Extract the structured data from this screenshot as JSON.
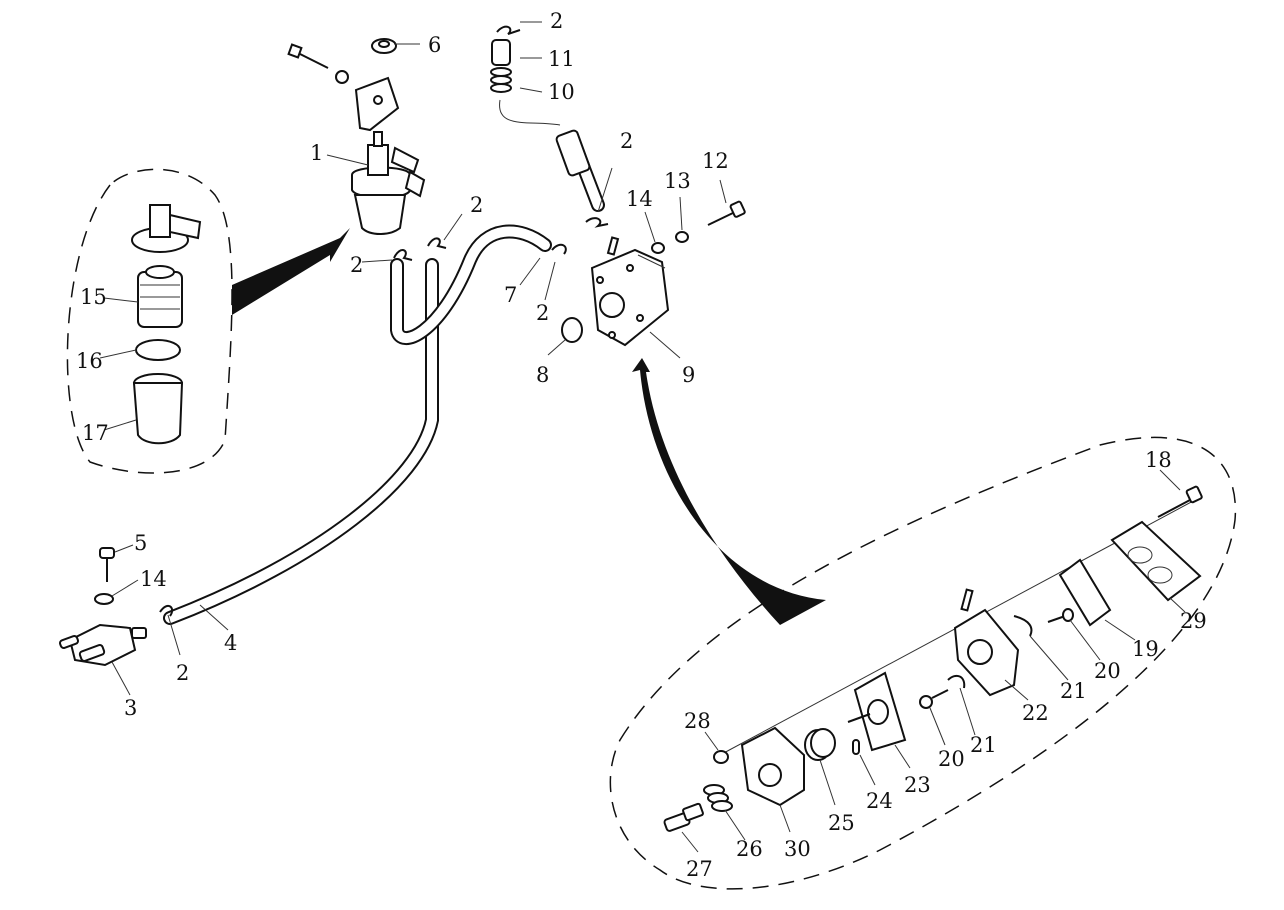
{
  "diagram": {
    "callouts": [
      {
        "id": "c1",
        "text": "1"
      },
      {
        "id": "c2a",
        "text": "2"
      },
      {
        "id": "c2b",
        "text": "2"
      },
      {
        "id": "c2c",
        "text": "2"
      },
      {
        "id": "c2d",
        "text": "2"
      },
      {
        "id": "c2e",
        "text": "2"
      },
      {
        "id": "c2f",
        "text": "2"
      },
      {
        "id": "c3",
        "text": "3"
      },
      {
        "id": "c4",
        "text": "4"
      },
      {
        "id": "c5",
        "text": "5"
      },
      {
        "id": "c6",
        "text": "6"
      },
      {
        "id": "c7",
        "text": "7"
      },
      {
        "id": "c8",
        "text": "8"
      },
      {
        "id": "c9",
        "text": "9"
      },
      {
        "id": "c10",
        "text": "10"
      },
      {
        "id": "c11",
        "text": "11"
      },
      {
        "id": "c12",
        "text": "12"
      },
      {
        "id": "c13",
        "text": "13"
      },
      {
        "id": "c14a",
        "text": "14"
      },
      {
        "id": "c14b",
        "text": "14"
      },
      {
        "id": "c15",
        "text": "15"
      },
      {
        "id": "c16",
        "text": "16"
      },
      {
        "id": "c17",
        "text": "17"
      },
      {
        "id": "c18",
        "text": "18"
      },
      {
        "id": "c19",
        "text": "19"
      },
      {
        "id": "c20a",
        "text": "20"
      },
      {
        "id": "c20b",
        "text": "20"
      },
      {
        "id": "c21a",
        "text": "21"
      },
      {
        "id": "c21b",
        "text": "21"
      },
      {
        "id": "c22",
        "text": "22"
      },
      {
        "id": "c23",
        "text": "23"
      },
      {
        "id": "c24",
        "text": "24"
      },
      {
        "id": "c25",
        "text": "25"
      },
      {
        "id": "c26",
        "text": "26"
      },
      {
        "id": "c27",
        "text": "27"
      },
      {
        "id": "c28",
        "text": "28"
      },
      {
        "id": "c29",
        "text": "29"
      },
      {
        "id": "c30",
        "text": "30"
      }
    ]
  }
}
